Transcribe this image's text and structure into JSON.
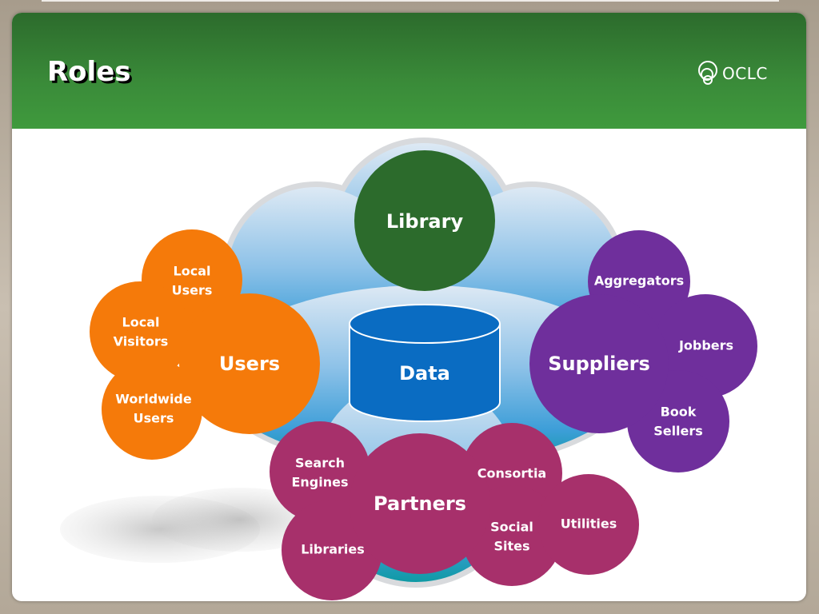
{
  "slide": {
    "title": "Roles",
    "logo_text": "OCLC"
  },
  "colors": {
    "header_green": "#3a8b39",
    "library_green": "#2c6b2c",
    "data_blue": "#0a6cc2",
    "users_orange": "#f57a0a",
    "suppliers_purple": "#6f2f9c",
    "partners_magenta": "#a7306b",
    "cloud_blue": "#5fb0e0"
  },
  "center": {
    "library": "Library",
    "data": "Data"
  },
  "users": {
    "label": "Users",
    "sub": [
      {
        "line1": "Local",
        "line2": "Users"
      },
      {
        "line1": "Local",
        "line2": "Visitors"
      },
      {
        "line1": "Worldwide",
        "line2": "Users"
      }
    ]
  },
  "suppliers": {
    "label": "Suppliers",
    "sub": [
      {
        "line1": "Aggregators"
      },
      {
        "line1": "Jobbers"
      },
      {
        "line1": "Book",
        "line2": "Sellers"
      }
    ]
  },
  "partners": {
    "label": "Partners",
    "sub": [
      {
        "line1": "Search",
        "line2": "Engines"
      },
      {
        "line1": "Libraries"
      },
      {
        "line1": "Consortia"
      },
      {
        "line1": "Social",
        "line2": "Sites"
      },
      {
        "line1": "Utilities"
      }
    ]
  }
}
